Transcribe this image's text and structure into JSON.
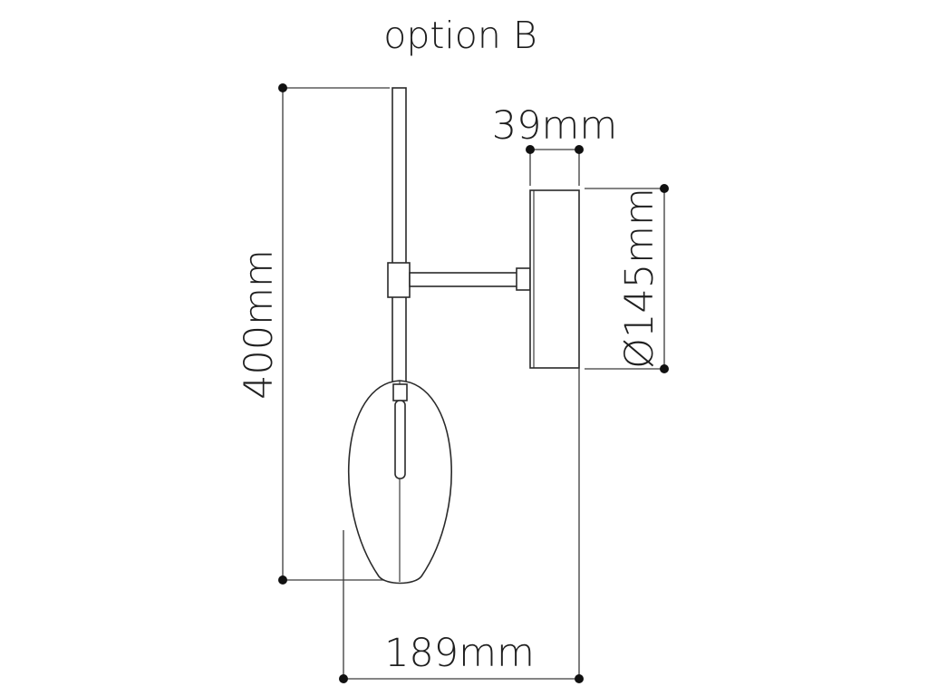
{
  "diagram": {
    "title": "option B",
    "dimensions": {
      "height": "400mm",
      "projection": "189mm",
      "plate_depth": "39mm",
      "plate_diameter": "Ø145mm"
    },
    "colors": {
      "line": "#2a2a2a",
      "text": "#1e1e1e",
      "background": "#ffffff"
    }
  }
}
